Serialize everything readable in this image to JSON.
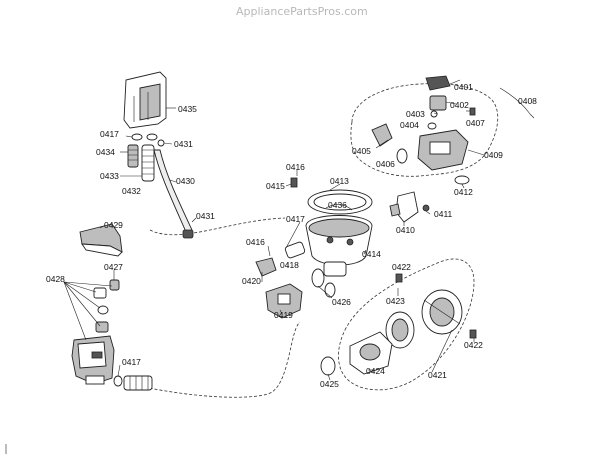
{
  "watermark": "AppliancePartsPros.com",
  "labels": {
    "p0401": "0401",
    "p0402": "0402",
    "p0403": "0403",
    "p0404": "0404",
    "p0405": "0405",
    "p0406": "0406",
    "p0407": "0407",
    "p0408": "0408",
    "p0409": "0409",
    "p0410": "0410",
    "p0411": "0411",
    "p0412": "0412",
    "p0413": "0413",
    "p0414": "0414",
    "p0415": "0415",
    "p0416a": "0416",
    "p0416b": "0416",
    "p0417a": "0417",
    "p0417b": "0417",
    "p0417c": "0417",
    "p0418": "0418",
    "p0419": "0419",
    "p0420": "0420",
    "p0421": "0421",
    "p0422a": "0422",
    "p0422b": "0422",
    "p0423": "0423",
    "p0424": "0424",
    "p0425": "0425",
    "p0426": "0426",
    "p0427": "0427",
    "p0428": "0428",
    "p0429": "0429",
    "p0430": "0430",
    "p0431a": "0431",
    "p0431b": "0431",
    "p0432": "0432",
    "p0433": "0433",
    "p0434": "0434",
    "p0435": "0435",
    "p0436": "0436"
  }
}
